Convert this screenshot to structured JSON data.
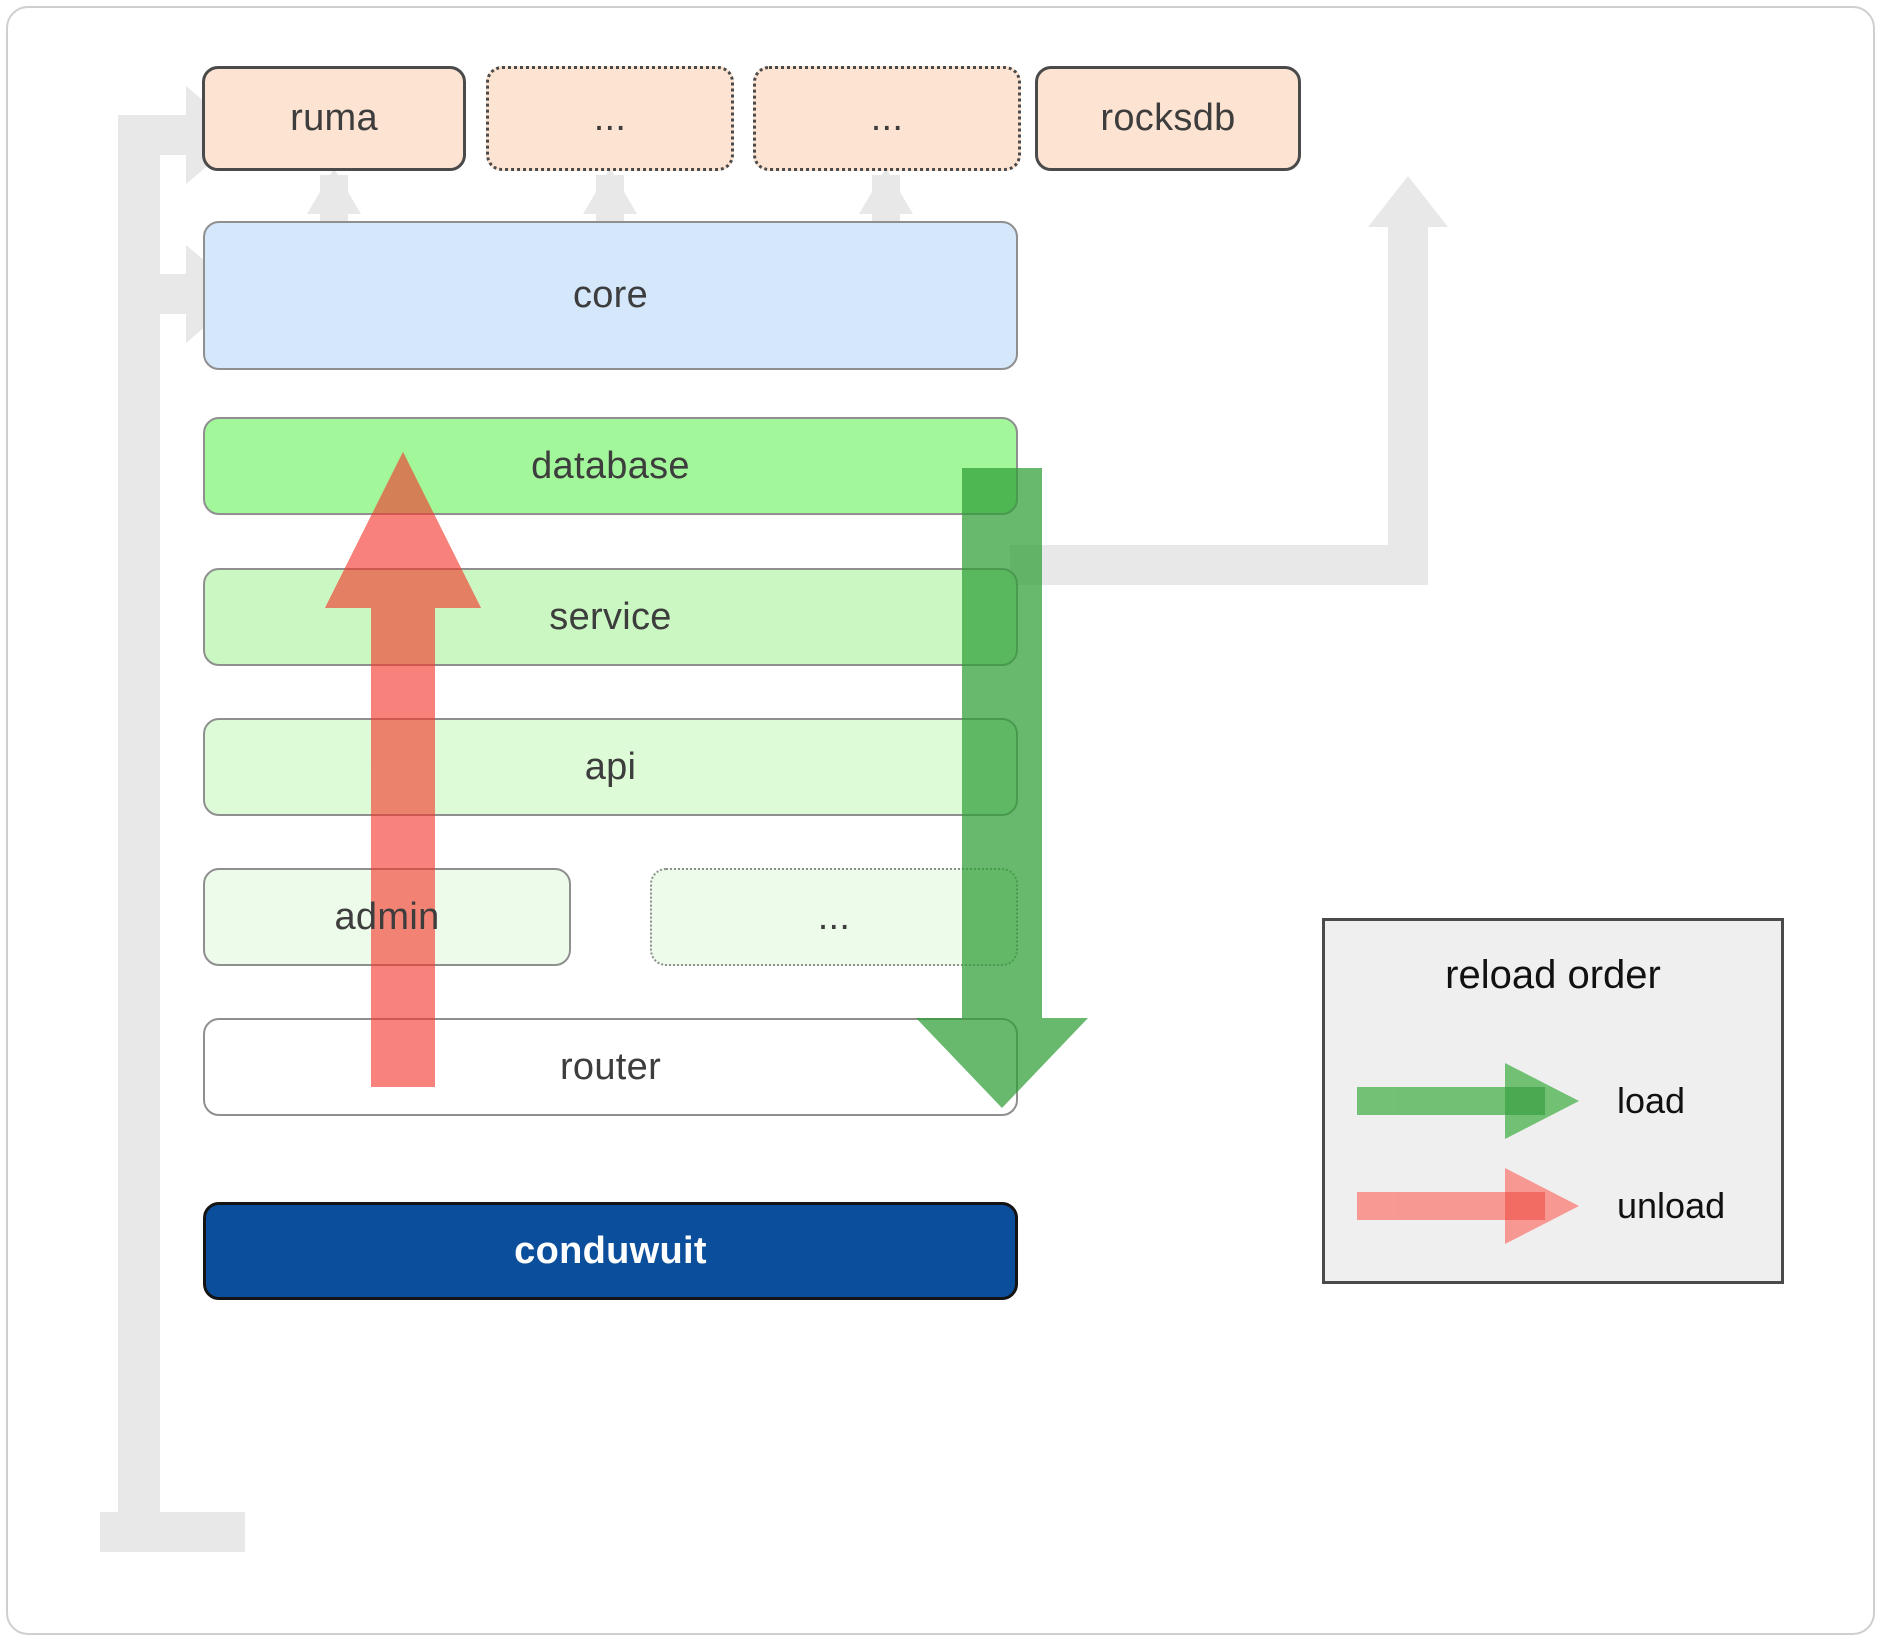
{
  "diagram": {
    "title": "conduwuit crate layer / reload order diagram",
    "colors": {
      "dependency_fill": "#fde3d1",
      "dependency_stroke": "#4a4a4a",
      "core_fill": "#d4e7fb",
      "database_fill": "#a2f79a",
      "service_fill": "#caf7c2",
      "api_fill": "#ddfbd6",
      "admin_fill": "#edfcea",
      "router_fill": "#ffffff",
      "app_fill": "#0b4f9c",
      "connector_gray": "#e8e8e8",
      "load_green": "#4caf50",
      "unload_red": "#f4695f",
      "legend_fill": "#efefef"
    },
    "dependencies": [
      {
        "label": "ruma",
        "style": "solid"
      },
      {
        "label": "...",
        "style": "dotted"
      },
      {
        "label": "...",
        "style": "dotted"
      },
      {
        "label": "rocksdb",
        "style": "solid"
      }
    ],
    "layers": [
      {
        "label": "core",
        "kind": "core"
      },
      {
        "label": "database",
        "kind": "database"
      },
      {
        "label": "service",
        "kind": "service"
      },
      {
        "label": "api",
        "kind": "api"
      },
      {
        "label": "admin",
        "kind": "admin"
      },
      {
        "label": "...",
        "kind": "admin-dotted"
      },
      {
        "label": "router",
        "kind": "router"
      }
    ],
    "application": {
      "label": "conduwuit"
    },
    "legend": {
      "title": "reload order",
      "entries": [
        {
          "label": "load",
          "color": "#4caf50",
          "direction": "down"
        },
        {
          "label": "unload",
          "color": "#f4695f",
          "direction": "up"
        }
      ]
    }
  }
}
